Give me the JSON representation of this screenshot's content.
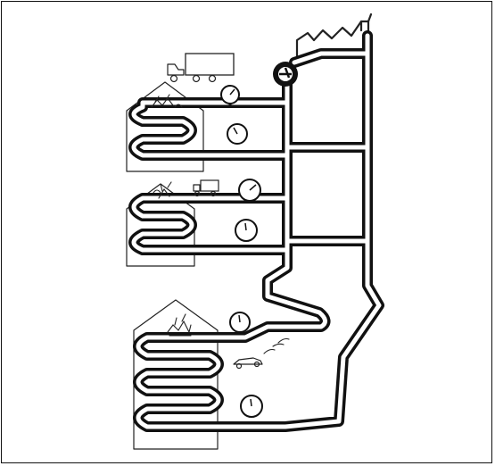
{
  "diagram": {
    "background": "#ffffff",
    "ink": "#111111",
    "components": [
      {
        "id": "boiler",
        "icon": "factory-boiler"
      },
      {
        "id": "pump",
        "icon": "circulation-pump"
      },
      {
        "id": "truck",
        "icon": "delivery-truck"
      },
      {
        "id": "house-top",
        "icon": "house-with-underfloor-loop"
      },
      {
        "id": "house-middle",
        "icon": "house-with-underfloor-loop"
      },
      {
        "id": "house-bottom",
        "icon": "house-with-underfloor-loop"
      },
      {
        "id": "heat-meters",
        "icon": "gauge",
        "count": 6
      }
    ]
  }
}
